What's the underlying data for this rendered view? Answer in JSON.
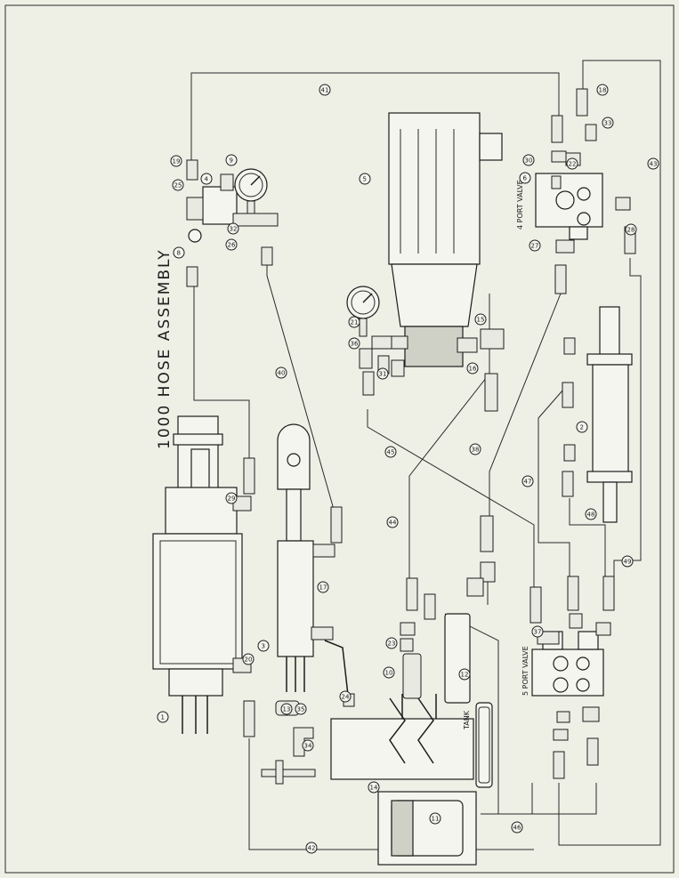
{
  "diagram": {
    "title": "1000 HOSE ASSEMBLY",
    "labels": {
      "four_port_valve": "4 PORT VALVE",
      "five_port_valve": "5 PORT VALVE",
      "tank": "TANK"
    },
    "balloons": [
      "1",
      "2",
      "3",
      "4",
      "5",
      "6",
      "8",
      "9",
      "10",
      "11",
      "12",
      "13",
      "14",
      "15",
      "16",
      "17",
      "18",
      "19",
      "20",
      "21",
      "22",
      "23",
      "24",
      "25",
      "26",
      "27",
      "28",
      "29",
      "30",
      "31",
      "32",
      "33",
      "34",
      "35",
      "36",
      "37",
      "38",
      "40",
      "41",
      "42",
      "43",
      "44",
      "45",
      "46",
      "47",
      "48",
      "49"
    ]
  }
}
